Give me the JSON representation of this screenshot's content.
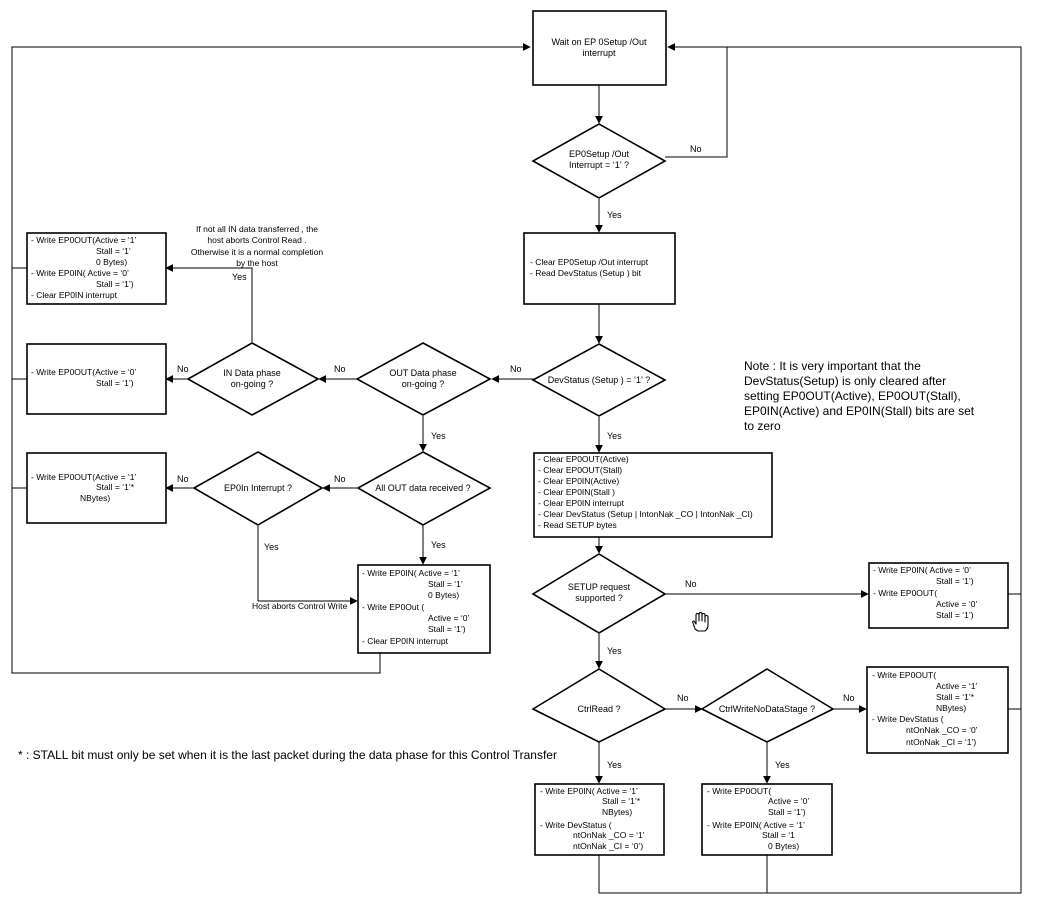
{
  "nodes": {
    "wait": [
      "Wait on EP 0Setup /Out",
      "interrupt"
    ],
    "d_ep0": [
      "EP0Setup /Out",
      "Interrupt = ‘1’ ?"
    ],
    "clear_setup": [
      "- Clear EP0Setup /Out interrupt",
      "- Read DevStatus  (Setup ) bit"
    ],
    "d_devstatus": [
      "DevStatus (Setup ) = ‘1’ ?"
    ],
    "clear_all": [
      "- Clear EP0OUT(Active)",
      "- Clear EP0OUT(Stall)",
      "- Clear EP0IN(Active)",
      "- Clear EP0IN(Stall )",
      "- Clear EP0IN interrupt",
      "- Clear DevStatus (Setup  | IntonNak _CO | IntonNak _CI)",
      "- Read SETUP bytes"
    ],
    "d_setup_req": [
      "SETUP request",
      "supported  ?"
    ],
    "unsupported": [
      "- Write EP0IN(   Active = ‘0’",
      "Stall = ‘1’)",
      "- Write EP0OUT(",
      "Active = ‘0’",
      "Stall = ‘1’)"
    ],
    "d_ctrlread": [
      "CtrlRead ?"
    ],
    "d_ctrlwrite": [
      "CtrlWriteNoDataStage ?"
    ],
    "nodata": [
      "- Write EP0OUT(",
      "Active = ‘1’",
      "Stall = ‘1’*",
      "NBytes)",
      "- Write DevStatus (",
      "ntOnNak  _CO = ‘0’",
      "ntOnNak  _CI = ‘1’)"
    ],
    "ctrlread_yes": [
      "- Write EP0IN(   Active = ‘1’",
      "Stall = ‘1’*",
      "NBytes)",
      "- Write DevStatus (",
      "ntOnNak  _CO = ‘1’",
      "ntOnNak  _CI = ‘0’)"
    ],
    "ctrlwrite_yes": [
      "- Write EP0OUT(",
      "Active = ‘0’",
      "Stall = ‘1’)",
      "- Write EP0IN(   Active = ‘1’",
      "Stall    = ‘1",
      "0 Bytes)"
    ],
    "d_out_phase": [
      "OUT Data phase",
      "on-going ?"
    ],
    "d_in_phase": [
      "IN Data phase",
      "on-going  ?"
    ],
    "in_abort": [
      "- Write EP0OUT(Active = ‘1’",
      "Stall = ‘1’",
      "0 Bytes)",
      "- Write EP0IN(   Active = ‘0’",
      "Stall = ‘1’)",
      "- Clear EP0IN interrupt"
    ],
    "in_normal": [
      "- Write EP0OUT(Active = ‘0’",
      "Stall = ‘1’)"
    ],
    "d_all_out": [
      "All OUT data received  ?"
    ],
    "d_ep0in_int": [
      "EP0In Interrupt  ?"
    ],
    "out_more": [
      "- Write EP0OUT(Active = ‘1’",
      "Stall = ‘1’*",
      "NBytes)"
    ],
    "out_done": [
      "- Write EP0IN(   Active = ‘1’",
      "Stall = ‘1’",
      "0 Bytes)",
      "- Write EP0Out (",
      "Active = ‘0’",
      "Stall = ‘1’)",
      "- Clear EP0IN interrupt"
    ]
  },
  "labels": {
    "yes": "Yes",
    "no": "No",
    "host_aborts_write": "Host aborts Control Write",
    "in_annotation": [
      "If not all IN data transferred   , the",
      "host aborts Control Read  .",
      "Otherwise it is a normal completion",
      "by the host"
    ]
  },
  "note": [
    "Note : It is very important that the",
    "DevStatus(Setup) is only cleared after",
    "setting EP0OUT(Active), EP0OUT(Stall),",
    "EP0IN(Active) and EP0IN(Stall) bits are set",
    "to zero"
  ],
  "footnote": "* : STALL bit must only be set when it is the last packet during the data phase for this Control Transfer",
  "icons": {
    "cursor": "hand-cursor-icon"
  }
}
